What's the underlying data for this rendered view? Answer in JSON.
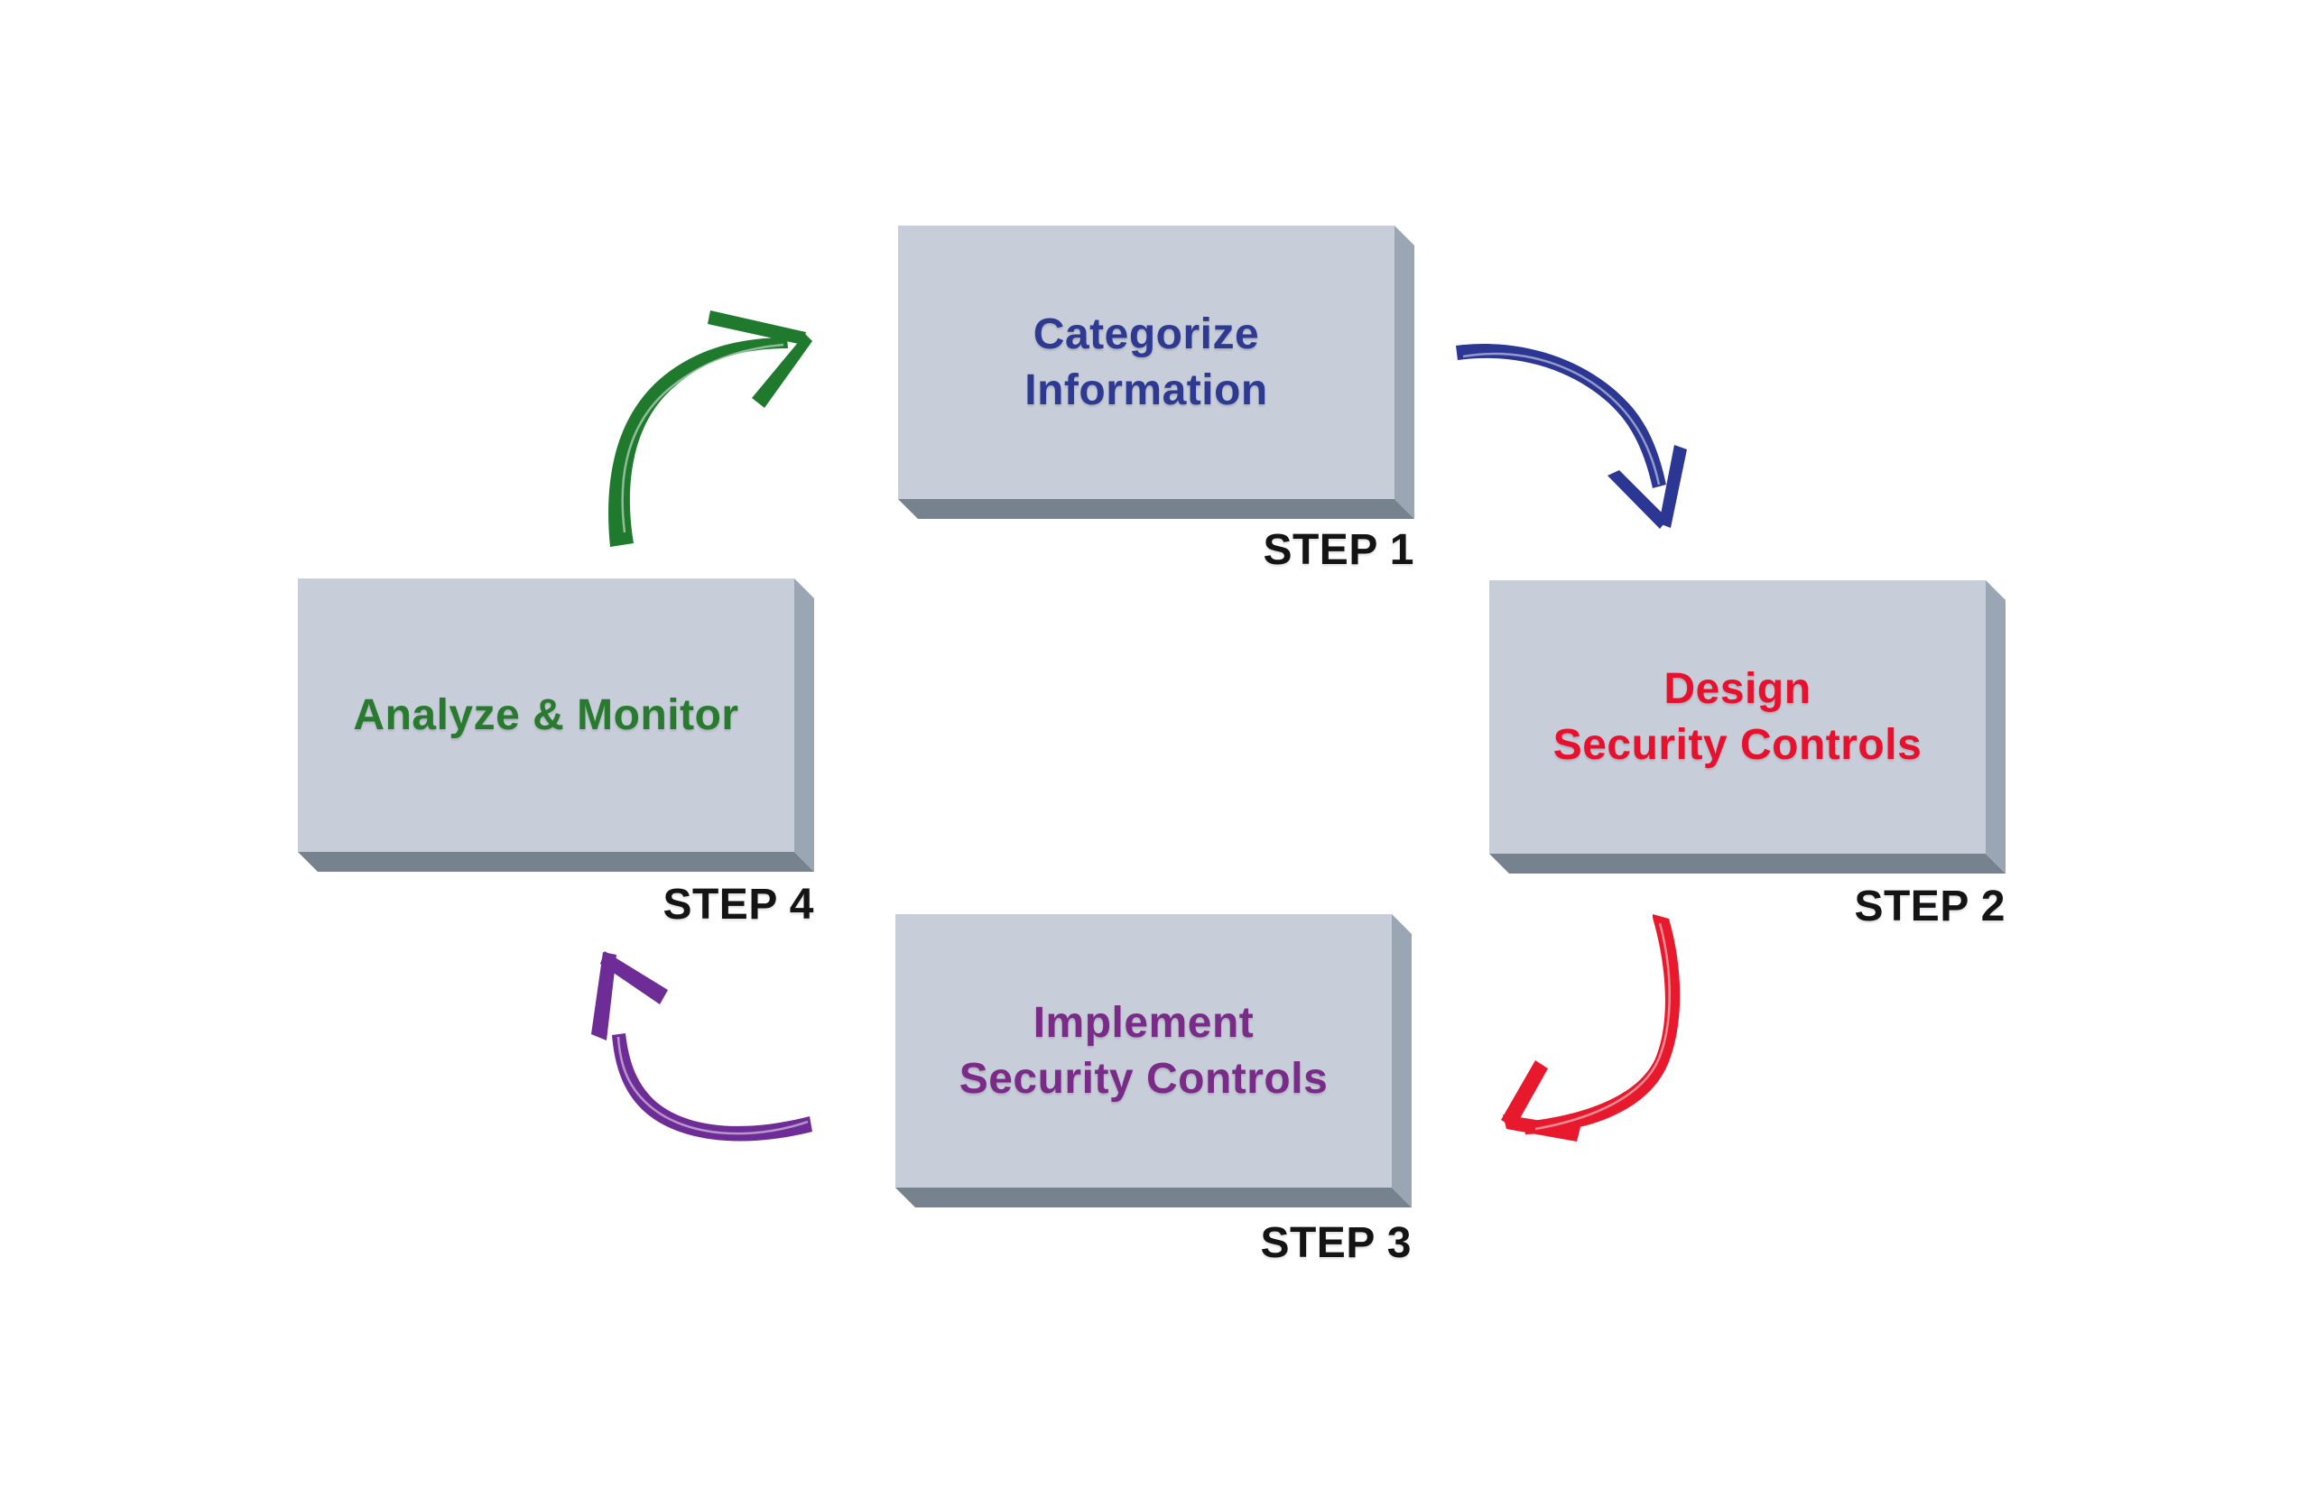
{
  "background_color": "#FFFFFF",
  "box": {
    "front_color": "#C8CED9",
    "side_color": "#9AA6B4",
    "bottom_color": "#76828E"
  },
  "step_label_color": "#141414",
  "steps": [
    {
      "label": "STEP 1",
      "line1": "Categorize",
      "line2": "Information",
      "text_color": "#2E3A92"
    },
    {
      "label": "STEP 2",
      "line1": "Design",
      "line2": "Security Controls",
      "text_color": "#E8112D"
    },
    {
      "label": "STEP 3",
      "line1": "Implement",
      "line2": "Security Controls",
      "text_color": "#7A2B87"
    },
    {
      "label": "STEP 4",
      "line1": "Analyze & Monitor",
      "line2": "",
      "text_color": "#277A2E"
    }
  ],
  "arrows": {
    "step1_to_step2_color": "#2B3793",
    "step2_to_step3_color": "#E8192C",
    "step3_to_step4_color": "#6E2D96",
    "step4_to_step1_color": "#1F7A2E"
  }
}
